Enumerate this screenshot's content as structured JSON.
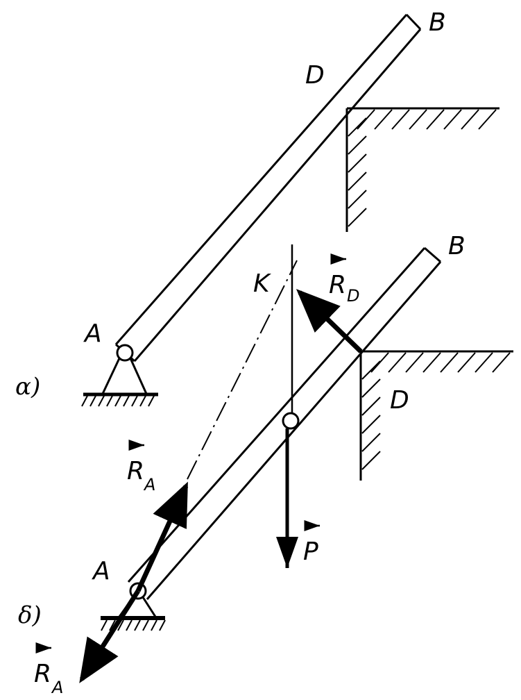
{
  "panels": {
    "a": {
      "tag": "α)",
      "labels": {
        "A": "A",
        "B": "B",
        "D": "D"
      }
    },
    "b": {
      "tag": "δ)",
      "labels": {
        "A": "A",
        "B": "B",
        "D": "D",
        "K": "K",
        "P": "P",
        "RD": "R",
        "RD_sub": "D",
        "RA": "R",
        "RA_sub": "A"
      }
    }
  }
}
